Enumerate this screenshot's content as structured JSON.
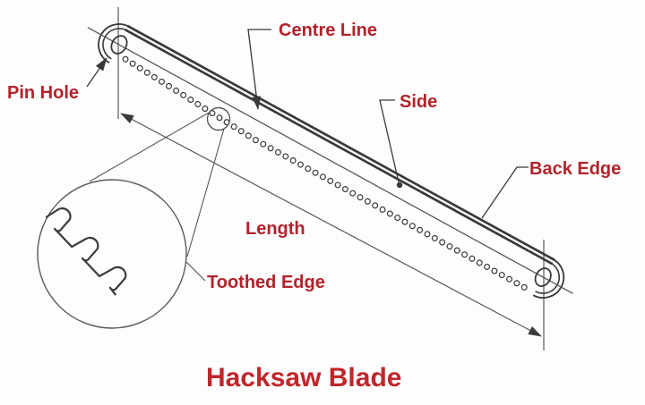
{
  "title": "Hacksaw Blade",
  "labels": {
    "pin_hole": "Pin Hole",
    "centre_line": "Centre Line",
    "side": "Side",
    "back_edge": "Back Edge",
    "length": "Length",
    "toothed_edge": "Toothed Edge"
  },
  "colors": {
    "label_red": "#b2232b",
    "title_red": "#c0262b",
    "line_dark": "#3a3a3a",
    "line_mid": "#585858",
    "background": "#fdfdfd"
  }
}
